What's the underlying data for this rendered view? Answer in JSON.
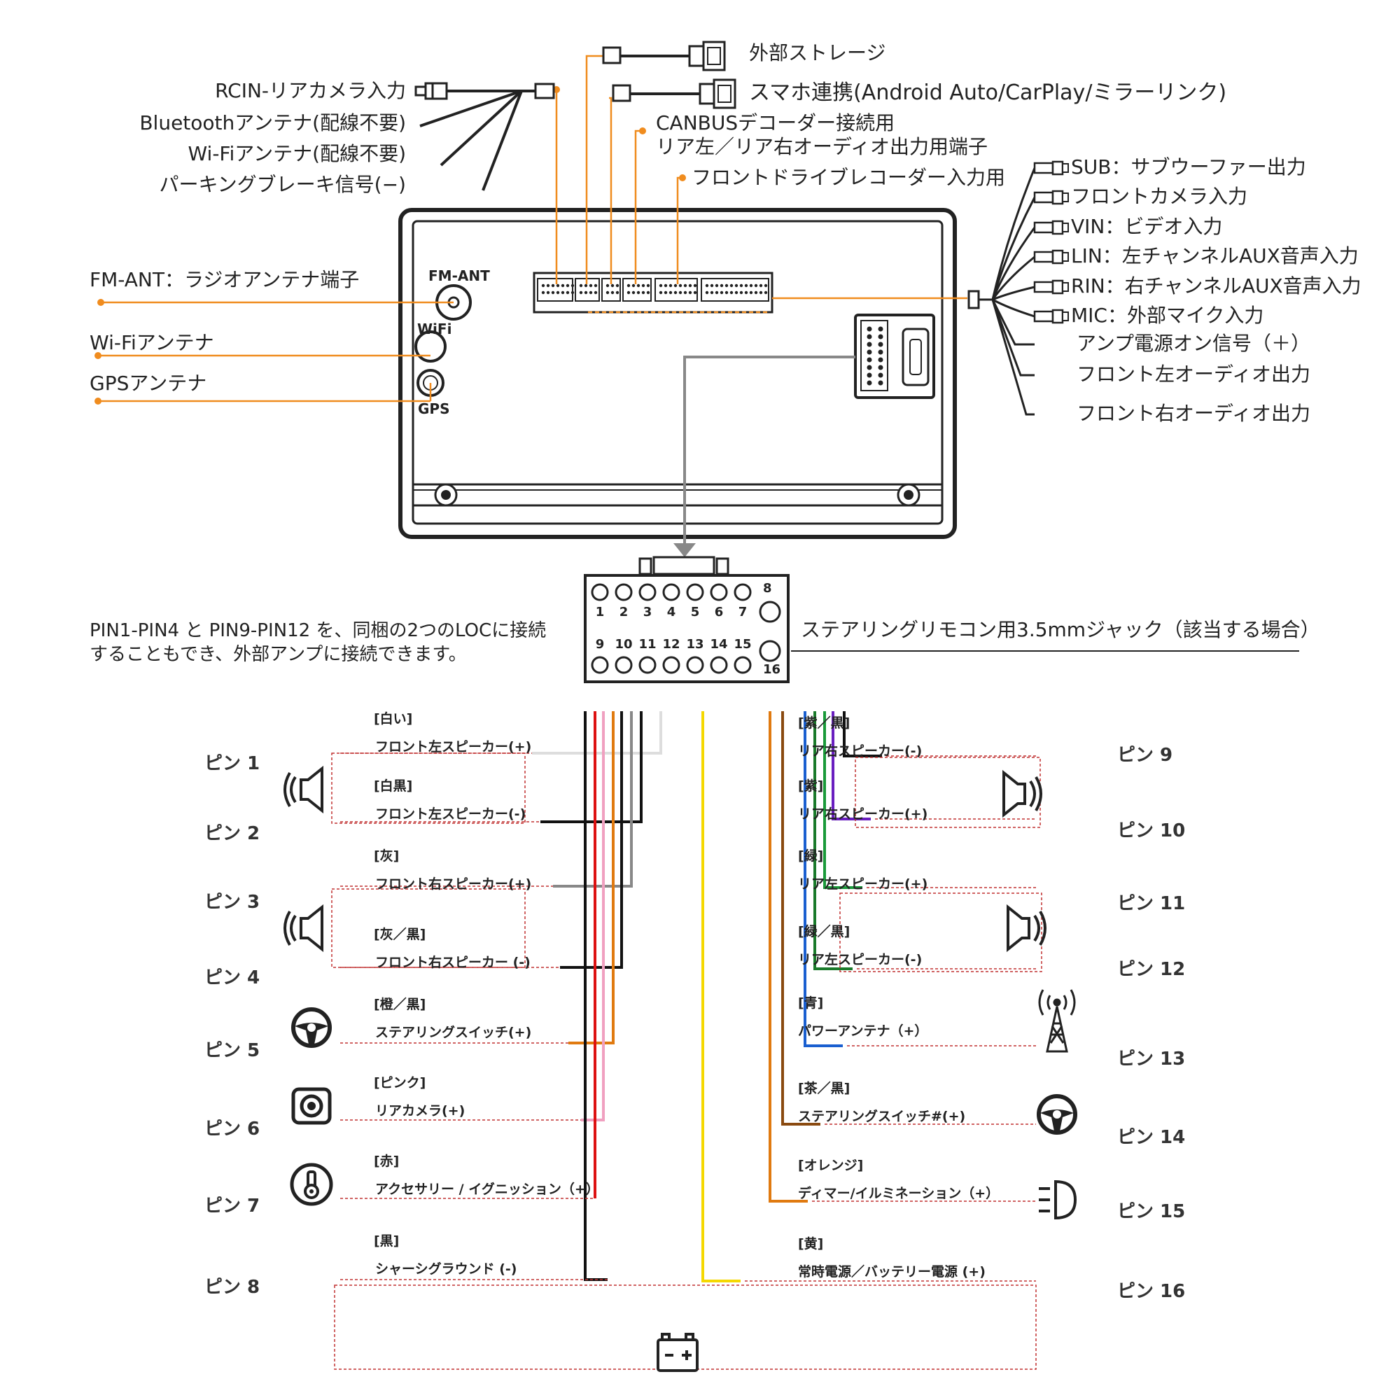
{
  "top_cables": {
    "rcin": "RCIN-リアカメラ入力",
    "bluetooth": "Bluetoothアンテナ(配線不要)",
    "wifi": "Wi-Fiアンテナ(配線不要)",
    "parking": "パーキングブレーキ信号(−)",
    "storage": "外部ストレージ",
    "smartphone": "スマホ連携(Android Auto/CarPlay/ミラーリンク)",
    "canbus_line1": "CANBUSデコーダー接続用",
    "canbus_line2": "リア左／リア右オーディオ出力用端子",
    "front_dvr": "フロントドライブレコーダー入力用"
  },
  "left_antennas": {
    "fm": "FM-ANT：ラジオアンテナ端子",
    "wifi": "Wi-Fiアンテナ",
    "gps": "GPSアンテナ"
  },
  "unit_labels": {
    "fm": "FM-ANT",
    "wifi": "WiFi",
    "gps": "GPS"
  },
  "rca_outputs": [
    "SUB：サブウーファー出力",
    "フロントカメラ入力",
    "VIN：ビデオ入力",
    "LIN：左チャンネルAUX音声入力",
    "RIN：右チャンネルAUX音声入力",
    "MIC：外部マイク入力",
    "アンプ電源オン信号（＋）",
    "フロント左オーディオ出力",
    "フロント右オーディオ出力"
  ],
  "connector": {
    "top_numbers": [
      "1",
      "2",
      "3",
      "4",
      "5",
      "6",
      "7"
    ],
    "bottom_numbers": [
      "9",
      "10",
      "11",
      "12",
      "13",
      "14",
      "15"
    ],
    "pin8": "8",
    "pin16": "16"
  },
  "note": {
    "line1": "PIN1‐PIN4 と PIN9‐PIN12 を、同梱の2つのLOCに接続",
    "line2": "することもでき、外部アンプに接続できます。"
  },
  "steering_jack": "ステアリングリモコン用3.5mmジャック（該当する場合）",
  "left_pins": [
    {
      "pin": "ピン 1",
      "color": "[白い]",
      "func": "フロント左スピーカー(+)",
      "wire": "#dddddd"
    },
    {
      "pin": "ピン 2",
      "color": "[白黒]",
      "func": "フロント左スピーカー(-)",
      "wire": "#111111"
    },
    {
      "pin": "ピン 3",
      "color": "[灰]",
      "func": "フロント右スピーカー(+)",
      "wire": "#888888"
    },
    {
      "pin": "ピン 4",
      "color": "[灰／黒]",
      "func": "フロント右スピーカー (-)",
      "wire": "#111111"
    },
    {
      "pin": "ピン 5",
      "color": "[橙／黒]",
      "func": "ステアリングスイッチ(+)",
      "wire": "#e07a10"
    },
    {
      "pin": "ピン 6",
      "color": "[ピンク]",
      "func": "リアカメラ(+)",
      "wire": "#f0a0c0"
    },
    {
      "pin": "ピン 7",
      "color": "[赤]",
      "func": "アクセサリー / イグニッション（+）",
      "wire": "#dd1111"
    },
    {
      "pin": "ピン 8",
      "color": "[黒]",
      "func": "シャーシグラウンド (-)",
      "wire": "#111111"
    }
  ],
  "right_pins": [
    {
      "pin": "ピン 9",
      "color": "[紫／黒]",
      "func": "リア右スピーカー(-)",
      "wire": "#111111"
    },
    {
      "pin": "ピン 10",
      "color": "[紫]",
      "func": "リア右スピーカー(+)",
      "wire": "#6a1fc0"
    },
    {
      "pin": "ピン 11",
      "color": "[緑]",
      "func": "リア左スピーカー(+)",
      "wire": "#1a9a3a"
    },
    {
      "pin": "ピン 12",
      "color": "[緑／黒]",
      "func": "リア左スピーカー(-)",
      "wire": "#1a7a2a"
    },
    {
      "pin": "ピン 13",
      "color": "[青]",
      "func": "パワーアンテナ（+）",
      "wire": "#1a5fd0"
    },
    {
      "pin": "ピン 14",
      "color": "[茶／黒]",
      "func": "ステアリングスイッチ#(+)",
      "wire": "#8a4a10"
    },
    {
      "pin": "ピン 15",
      "color": "[オレンジ]",
      "func": "ディマー/イルミネーション（+）",
      "wire": "#e07a10"
    },
    {
      "pin": "ピン 16",
      "color": "[黄]",
      "func": "常時電源／バッテリー電源 (+)",
      "wire": "#f5d800"
    }
  ],
  "colors": {
    "accent": "#f08c1e",
    "dashed_box": "#c03030",
    "outline": "#222222"
  },
  "icons": [
    "speaker-icon",
    "steering-wheel-icon",
    "camera-icon",
    "ignition-key-icon",
    "antenna-tower-icon",
    "headlight-icon",
    "battery-icon",
    "usb-connector-icon",
    "rca-plug-icon"
  ]
}
